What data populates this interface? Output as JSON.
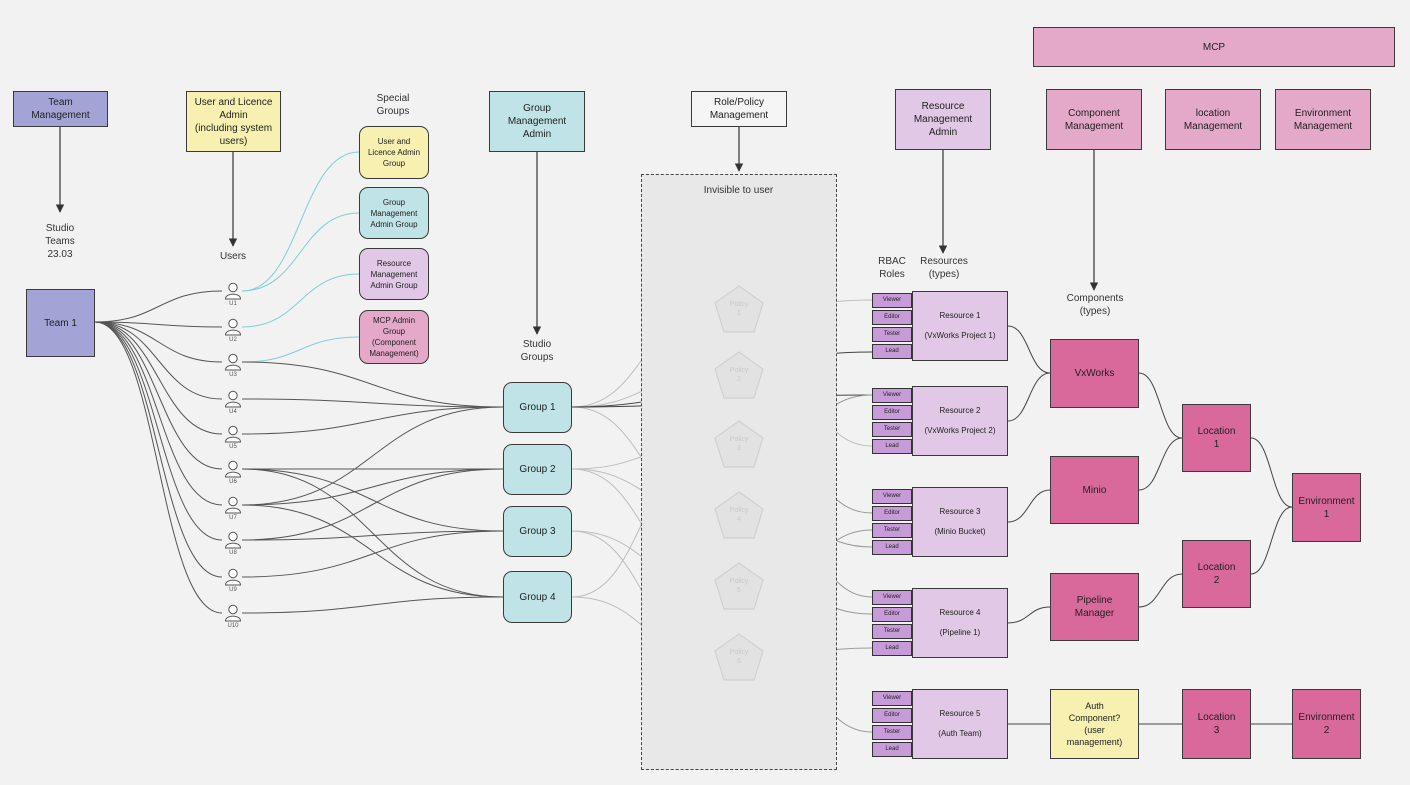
{
  "colors": {
    "team": "#a3a3d6",
    "user_admin": "#f7f0b0",
    "group": "#bfe3e6",
    "resource": "#e0c8e6",
    "mcp": "#e4a8c8",
    "component": "#d9699b",
    "role": "#c79bd8"
  },
  "mcp_title": "MCP",
  "headers": {
    "team_mgmt": "Team\nManagement",
    "user_admin": "User and Licence\nAdmin\n(including system\nusers)",
    "group_admin": "Group\nManagement\nAdmin",
    "role_policy": "Role/Policy\nManagement",
    "resource_admin": "Resource\nManagement\nAdmin",
    "component_mgmt": "Component\nManagement",
    "location_mgmt": "location\nManagement",
    "environment_mgmt": "Environment\nManagement"
  },
  "labels": {
    "special_groups": "Special\nGroups",
    "studio_teams": "Studio\nTeams\n23.03",
    "users": "Users",
    "studio_groups": "Studio\nGroups",
    "invisible": "Invisible to user",
    "rbac_roles": "RBAC\nRoles",
    "resources_types": "Resources\n(types)",
    "components_types": "Components\n(types)"
  },
  "team": "Team 1",
  "special_groups": [
    "User and\nLicence Admin\nGroup",
    "Group\nManagement\nAdmin Group",
    "Resource\nManagement\nAdmin Group",
    "MCP Admin\nGroup\n(Component\nManagement)"
  ],
  "users": [
    "U1",
    "U2",
    "U3",
    "U4",
    "U5",
    "U6",
    "U7",
    "U8",
    "U9",
    "U10"
  ],
  "groups": [
    "Group 1",
    "Group 2",
    "Group 3",
    "Group 4"
  ],
  "policies": [
    "Policy\n1",
    "Policy\n2",
    "Policy\n3",
    "Policy\n4",
    "Policy\n5",
    "Policy\n6"
  ],
  "roles": [
    "Viewer",
    "Editor",
    "Tester",
    "Lead"
  ],
  "resources": [
    "Resource 1\n\n(VxWorks Project 1)",
    "Resource 2\n\n(VxWorks Project 2)",
    "Resource 3\n\n(Minio Bucket)",
    "Resource 4\n\n(Pipeline 1)",
    "Resource 5\n\n(Auth Team)"
  ],
  "components": [
    "VxWorks",
    "Minio",
    "Pipeline\nManager",
    "Auth\nComponent?\n(user\nmanagement)"
  ],
  "locations": [
    "Location\n1",
    "Location\n2",
    "Location\n3"
  ],
  "environments": [
    "Environment\n1",
    "Environment\n2"
  ]
}
